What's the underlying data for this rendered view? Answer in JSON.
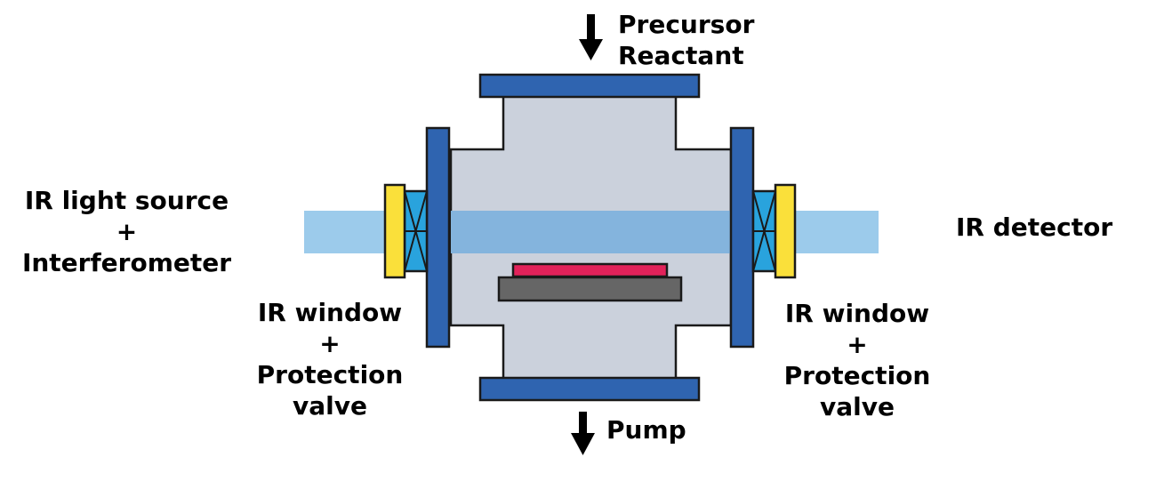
{
  "labels": {
    "top_inlet": {
      "line1": "Precursor",
      "line2": "Reactant"
    },
    "bottom_outlet": "Pump",
    "source": {
      "line1": "IR light source",
      "line2": "+",
      "line3": "Interferometer"
    },
    "detector": "IR detector",
    "left_window": {
      "line1": "IR window",
      "line2": "+",
      "line3": "Protection",
      "line4": "valve"
    },
    "right_window": {
      "line1": "IR window",
      "line2": "+",
      "line3": "Protection",
      "line4": "valve"
    }
  },
  "colors": {
    "chamber": "#cbd1dc",
    "flange": "#2f64b0",
    "ir_beam": "#9ccbeb",
    "ir_beam_in_chamber": "#84b4dd",
    "window": "#29a3dd",
    "valve": "#fae03a",
    "sample_film": "#e2225a",
    "sample_holder": "#666666",
    "outline": "#1a1a1a"
  },
  "icons": {
    "inlet_arrow": "arrow-down-icon",
    "outlet_arrow": "arrow-down-icon"
  }
}
